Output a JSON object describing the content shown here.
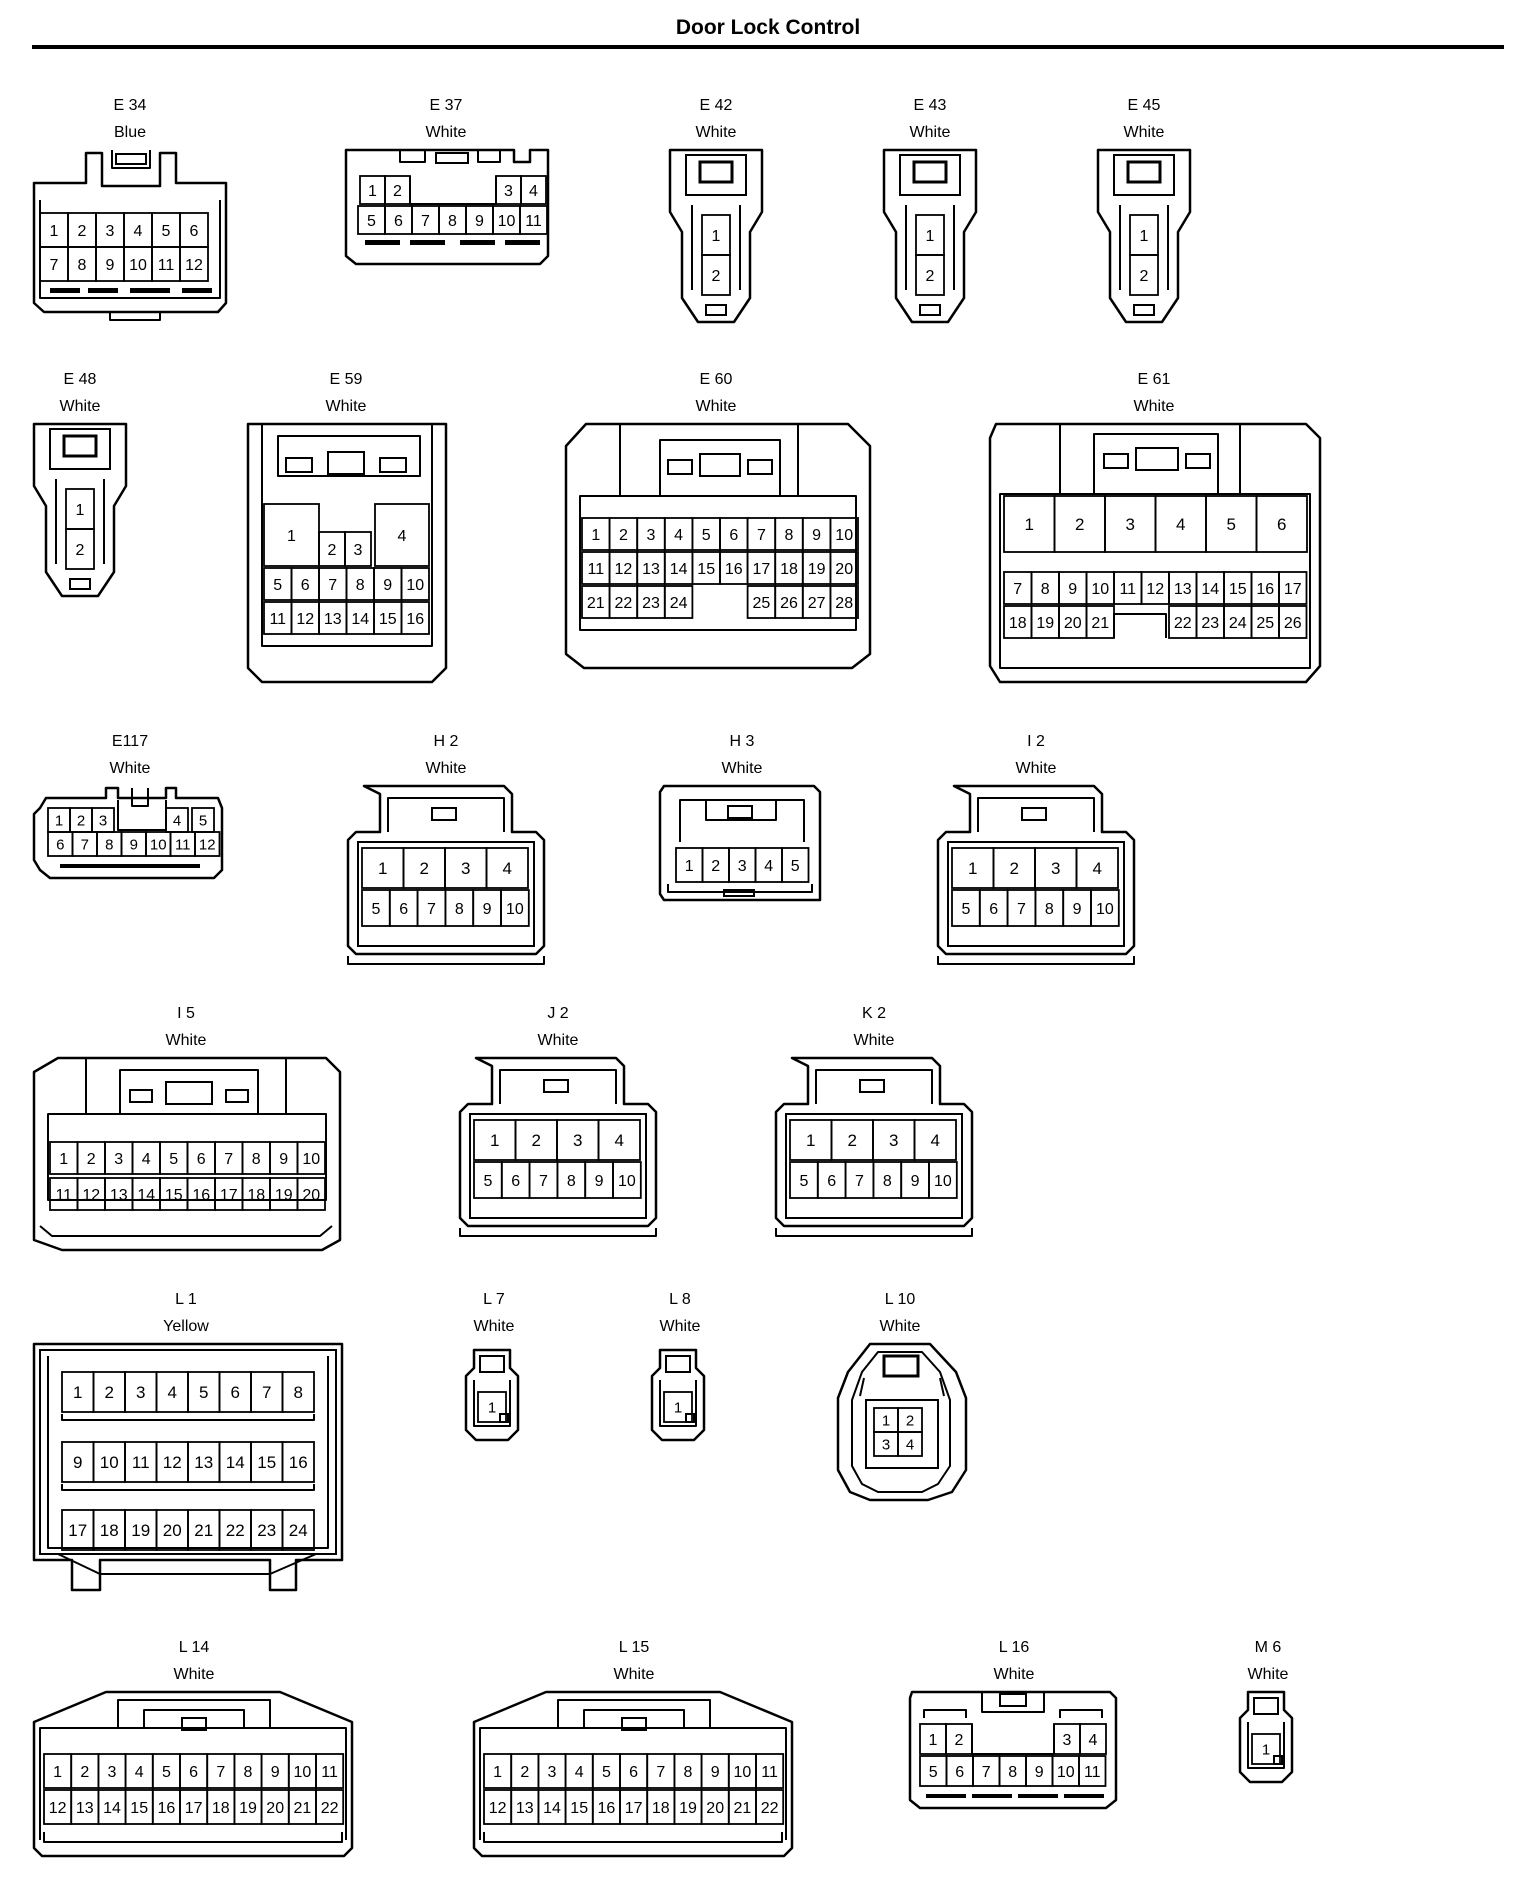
{
  "title": "Door Lock Control",
  "connectors": [
    {
      "id": "E 34",
      "color": "Blue",
      "rows": [
        [
          "1",
          "2",
          "3",
          "4",
          "5",
          "6"
        ],
        [
          "7",
          "8",
          "9",
          "10",
          "11",
          "12"
        ]
      ]
    },
    {
      "id": "E 37",
      "color": "White",
      "rows": [
        [
          "1",
          "2",
          "",
          "3",
          "4"
        ],
        [
          "5",
          "6",
          "7",
          "8",
          "9",
          "10",
          "11"
        ]
      ]
    },
    {
      "id": "E 42",
      "color": "White",
      "rows": [
        [
          "1"
        ],
        [
          "2"
        ]
      ]
    },
    {
      "id": "E 43",
      "color": "White",
      "rows": [
        [
          "1"
        ],
        [
          "2"
        ]
      ]
    },
    {
      "id": "E 45",
      "color": "White",
      "rows": [
        [
          "1"
        ],
        [
          "2"
        ]
      ]
    },
    {
      "id": "E 48",
      "color": "White",
      "rows": [
        [
          "1"
        ],
        [
          "2"
        ]
      ]
    },
    {
      "id": "E 59",
      "color": "White",
      "rows": [
        [
          "1",
          "2",
          "3",
          "4"
        ],
        [
          "5",
          "6",
          "7",
          "8",
          "9",
          "10"
        ],
        [
          "11",
          "12",
          "13",
          "14",
          "15",
          "16"
        ]
      ]
    },
    {
      "id": "E 60",
      "color": "White",
      "rows": [
        [
          "1",
          "2",
          "3",
          "4",
          "5",
          "6",
          "7",
          "8",
          "9",
          "10"
        ],
        [
          "11",
          "12",
          "13",
          "14",
          "15",
          "16",
          "17",
          "18",
          "19",
          "20"
        ],
        [
          "21",
          "22",
          "23",
          "24",
          "",
          "",
          "25",
          "26",
          "27",
          "28"
        ]
      ]
    },
    {
      "id": "E 61",
      "color": "White",
      "rows": [
        [
          "1",
          "2",
          "3",
          "4",
          "5",
          "6"
        ],
        [
          "7",
          "8",
          "9",
          "10",
          "11",
          "12",
          "13",
          "14",
          "15",
          "16",
          "17"
        ],
        [
          "18",
          "19",
          "20",
          "21",
          "",
          "22",
          "23",
          "24",
          "25",
          "26"
        ]
      ]
    },
    {
      "id": "E117",
      "color": "White",
      "rows": [
        [
          "1",
          "2",
          "3",
          "",
          "",
          "4",
          "5"
        ],
        [
          "6",
          "7",
          "8",
          "9",
          "10",
          "11",
          "12"
        ]
      ]
    },
    {
      "id": "H 2",
      "color": "White",
      "rows": [
        [
          "1",
          "2",
          "3",
          "4"
        ],
        [
          "5",
          "6",
          "7",
          "8",
          "9",
          "10"
        ]
      ]
    },
    {
      "id": "H 3",
      "color": "White",
      "rows": [
        [
          "1",
          "2",
          "3",
          "4",
          "5"
        ]
      ]
    },
    {
      "id": "I 2",
      "color": "White",
      "rows": [
        [
          "1",
          "2",
          "3",
          "4"
        ],
        [
          "5",
          "6",
          "7",
          "8",
          "9",
          "10"
        ]
      ]
    },
    {
      "id": "I 5",
      "color": "White",
      "rows": [
        [
          "1",
          "2",
          "3",
          "4",
          "5",
          "6",
          "7",
          "8",
          "9",
          "10"
        ],
        [
          "11",
          "12",
          "13",
          "14",
          "15",
          "16",
          "17",
          "18",
          "19",
          "20"
        ]
      ]
    },
    {
      "id": "J 2",
      "color": "White",
      "rows": [
        [
          "1",
          "2",
          "3",
          "4"
        ],
        [
          "5",
          "6",
          "7",
          "8",
          "9",
          "10"
        ]
      ]
    },
    {
      "id": "K 2",
      "color": "White",
      "rows": [
        [
          "1",
          "2",
          "3",
          "4"
        ],
        [
          "5",
          "6",
          "7",
          "8",
          "9",
          "10"
        ]
      ]
    },
    {
      "id": "L 1",
      "color": "Yellow",
      "rows": [
        [
          "1",
          "2",
          "3",
          "4",
          "5",
          "6",
          "7",
          "8"
        ],
        [
          "9",
          "10",
          "11",
          "12",
          "13",
          "14",
          "15",
          "16"
        ],
        [
          "17",
          "18",
          "19",
          "20",
          "21",
          "22",
          "23",
          "24"
        ]
      ]
    },
    {
      "id": "L 7",
      "color": "White",
      "rows": [
        [
          "1"
        ]
      ]
    },
    {
      "id": "L 8",
      "color": "White",
      "rows": [
        [
          "1"
        ]
      ]
    },
    {
      "id": "L 10",
      "color": "White",
      "rows": [
        [
          "1",
          "2"
        ],
        [
          "3",
          "4"
        ]
      ]
    },
    {
      "id": "L 14",
      "color": "White",
      "rows": [
        [
          "1",
          "2",
          "3",
          "4",
          "5",
          "6",
          "7",
          "8",
          "9",
          "10",
          "11"
        ],
        [
          "12",
          "13",
          "14",
          "15",
          "16",
          "17",
          "18",
          "19",
          "20",
          "21",
          "22"
        ]
      ]
    },
    {
      "id": "L 15",
      "color": "White",
      "rows": [
        [
          "1",
          "2",
          "3",
          "4",
          "5",
          "6",
          "7",
          "8",
          "9",
          "10",
          "11"
        ],
        [
          "12",
          "13",
          "14",
          "15",
          "16",
          "17",
          "18",
          "19",
          "20",
          "21",
          "22"
        ]
      ]
    },
    {
      "id": "L 16",
      "color": "White",
      "rows": [
        [
          "1",
          "2",
          "",
          "3",
          "4"
        ],
        [
          "5",
          "6",
          "7",
          "8",
          "9",
          "10",
          "11"
        ]
      ]
    },
    {
      "id": "M 6",
      "color": "White",
      "rows": [
        [
          "1"
        ]
      ]
    }
  ]
}
